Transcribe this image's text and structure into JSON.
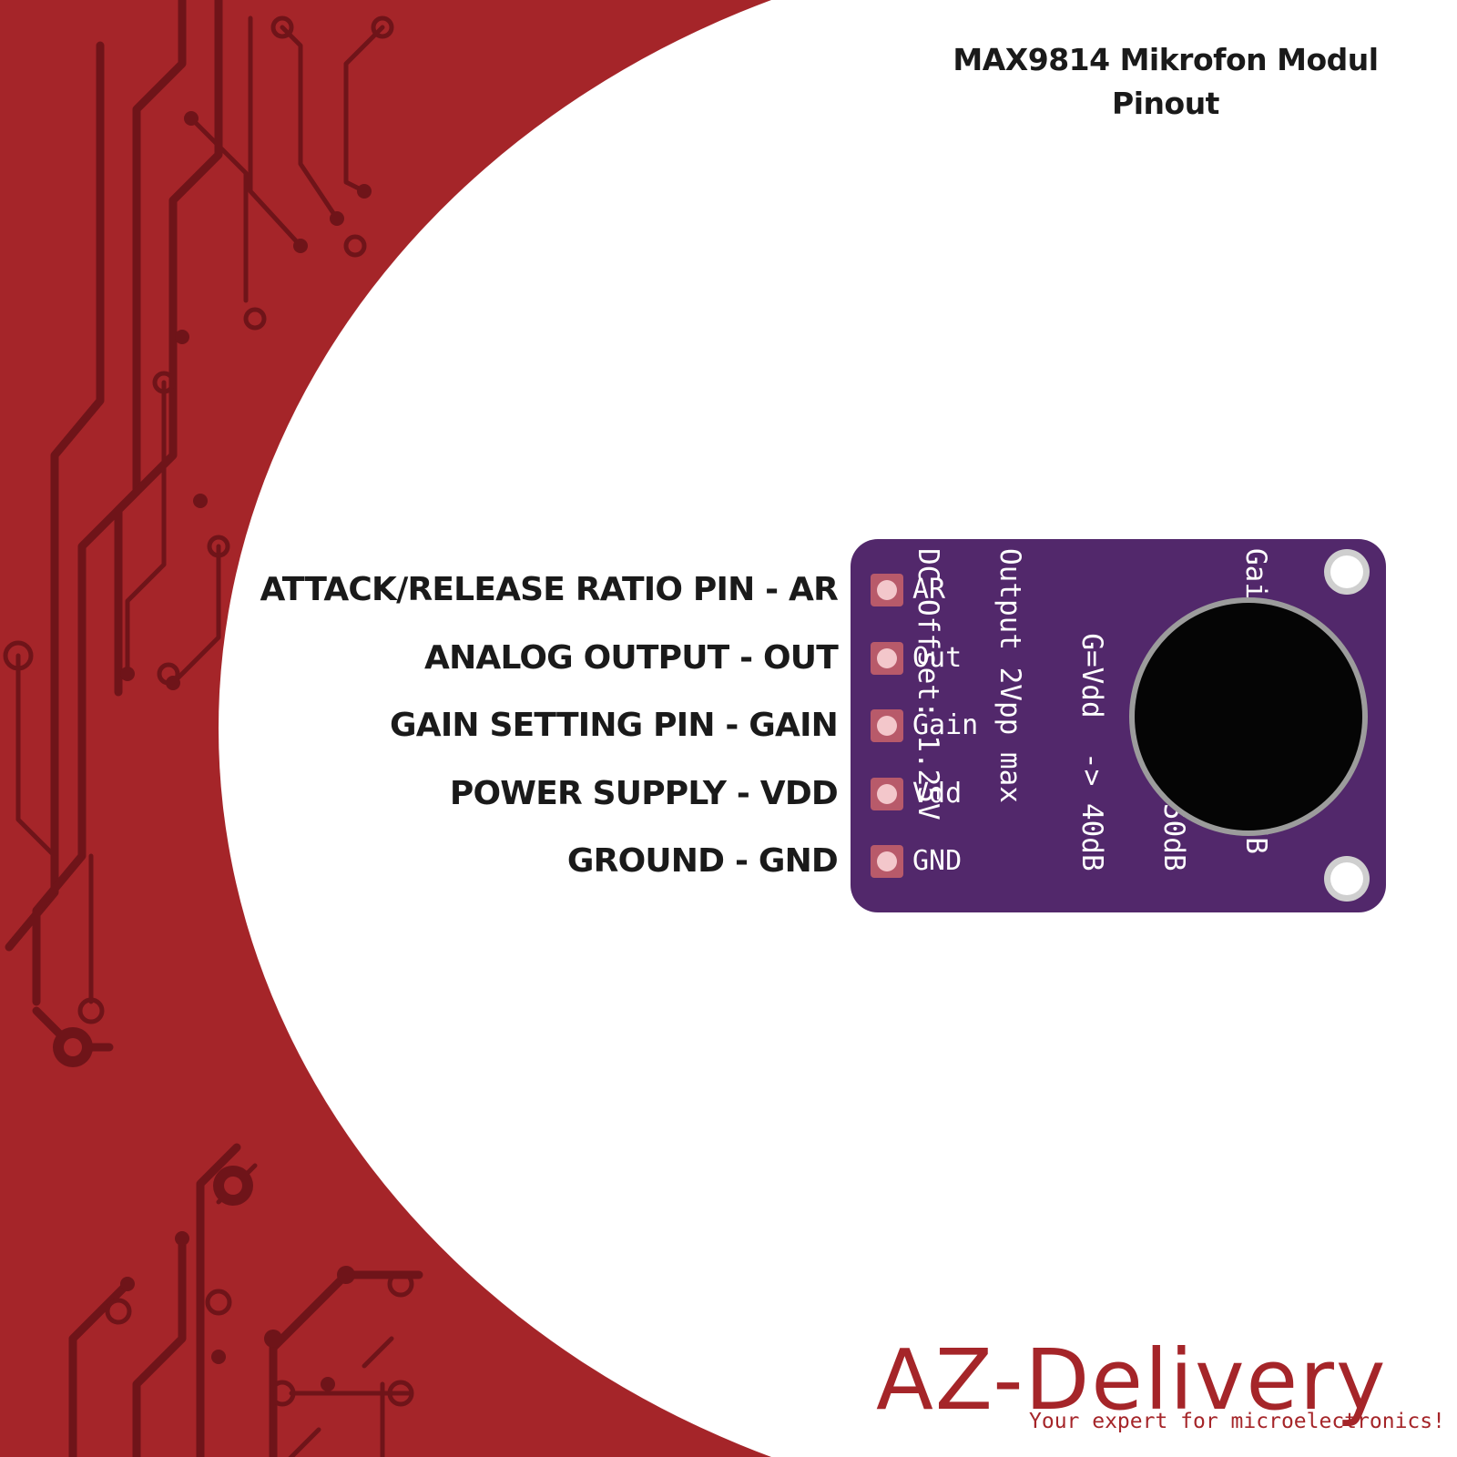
{
  "title": {
    "line1": "MAX9814 Mikrofon Modul",
    "line2": "Pinout"
  },
  "pins": [
    {
      "label": "ATTACK/RELEASE RATIO PIN - AR",
      "silk": "AR"
    },
    {
      "label": "ANALOG OUTPUT - OUT",
      "silk": "Out"
    },
    {
      "label": "GAIN SETTING PIN - GAIN",
      "silk": "Gain"
    },
    {
      "label": "POWER SUPPLY - VDD",
      "silk": "Vdd"
    },
    {
      "label": "GROUND - GND",
      "silk": "GND"
    }
  ],
  "silkscreen_notes": [
    "Gain float -> 60dB",
    "     G=Gnd  -> 50dB",
    "     G=Vdd  -> 40dB",
    "Output 2Vpp max",
    "DC Offset: 1.25V"
  ],
  "logo": {
    "name": "AZ-Delivery",
    "tagline": "Your expert for microelectronics!"
  },
  "colors": {
    "background_red": "#a52529",
    "trace_dark": "#6f1419",
    "board_purple": "#52286b",
    "text_dark": "#1a1a1a"
  }
}
